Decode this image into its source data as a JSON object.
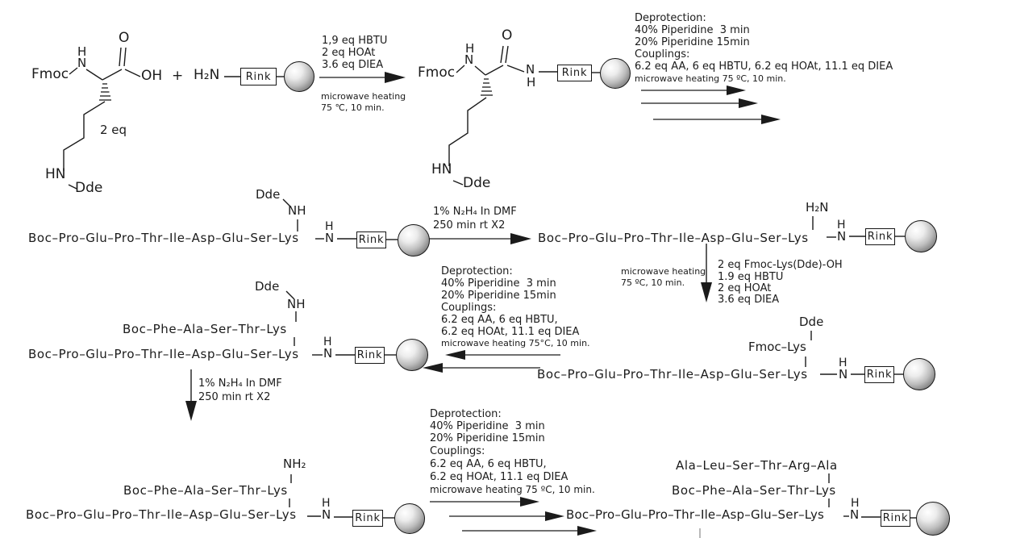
{
  "colors": {
    "ink": "#1b1b1b",
    "background": "#ffffff"
  },
  "labels": {
    "fmoc": "Fmoc",
    "dde": "Dde",
    "rink": "Rink",
    "plus": "+",
    "h2n": "H₂N",
    "nh2": "NH₂",
    "hn": "HN",
    "nh": "NH",
    "n": "N",
    "h": "H",
    "o": "O",
    "oh": "OH",
    "two_eq": "2 eq",
    "fmoc_lys": "Fmoc–Lys"
  },
  "sequences": {
    "main": "Boc–Pro–Glu–Pro–Thr–Ile–Asp–Glu–Ser–Lys",
    "branch": "Boc–Phe–Ala–Ser–Thr–Lys",
    "cap": "Ala–Leu–Ser–Thr–Arg–Ala"
  },
  "steps": {
    "coupling1": {
      "above": [
        "1,9 eq HBTU",
        "2 eq HOAt",
        "3.6 eq DIEA"
      ],
      "below": [
        "microwave heating",
        "75 ℃, 10 min."
      ]
    },
    "chain_elongation_top": {
      "lines": [
        "Deprotection:",
        "40% Piperidine  3 min",
        "20% Piperidine 15min",
        "Couplings:",
        "6.2 eq AA, 6 eq HBTU, 6.2 eq HOAt, 11.1 eq DIEA"
      ],
      "small": "microwave heating 75 ºC, 10 min."
    },
    "hydrazine_row2": {
      "lines": [
        "1% N₂H₄ In DMF",
        "250 min rt X2"
      ]
    },
    "lys_coupling": {
      "left": [
        "microwave heating",
        "75 ºC, 10 min."
      ],
      "right": [
        "2 eq Fmoc-Lys(Dde)-OH",
        "1.9 eq HBTU",
        "2 eq HOAt",
        "3.6 eq DIEA"
      ]
    },
    "chain_elongation_mid": {
      "lines": [
        "Deprotection:",
        "40% Piperidine  3 min",
        "20% Piperidine 15min",
        "Couplings:",
        "6.2 eq AA, 6 eq HBTU,",
        "6.2 eq HOAt, 11.1 eq DIEA"
      ],
      "small": "microwave heating 75°C, 10 min."
    },
    "hydrazine_row3": {
      "lines": [
        "1% N₂H₄ In DMF",
        "250 min rt X2"
      ]
    },
    "chain_elongation_bottom": {
      "lines": [
        "Deprotection:",
        "40% Piperidine  3 min",
        "20% Piperidine 15min",
        "Couplings:",
        "6.2 eq AA, 6 eq HBTU,",
        "6.2 eq HOAt, 11.1 eq DIEA"
      ],
      "small": "microwave heating 75 ºC, 10 min."
    }
  }
}
